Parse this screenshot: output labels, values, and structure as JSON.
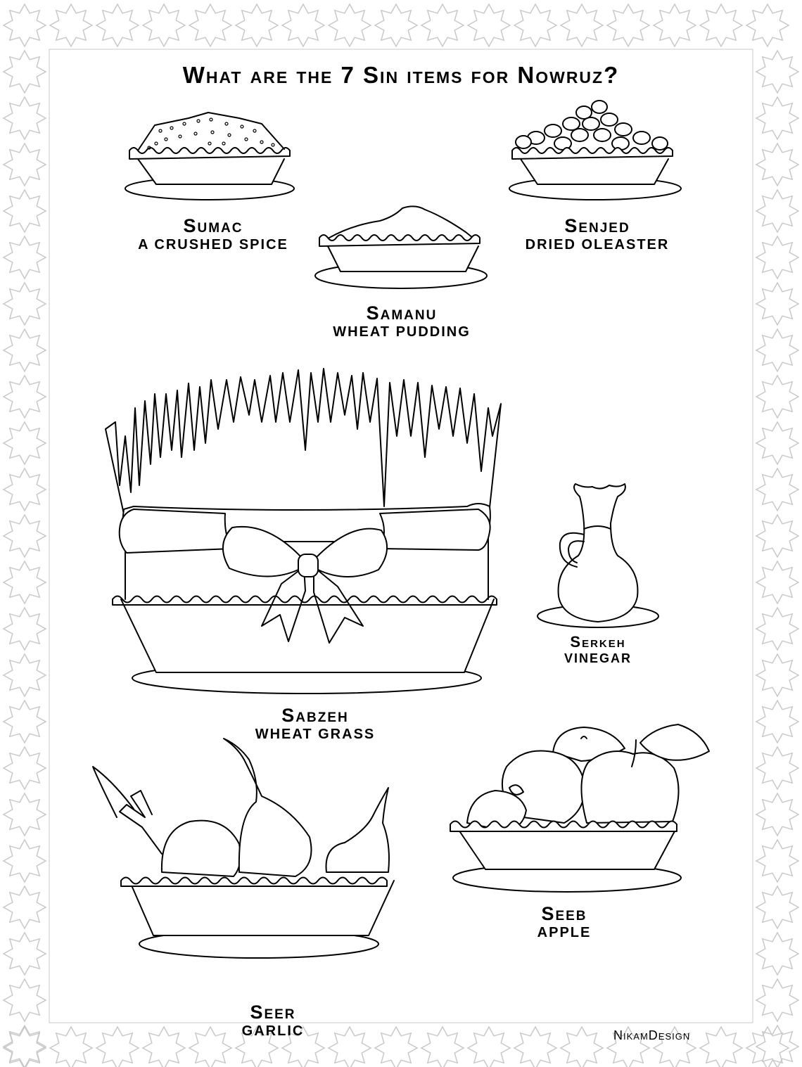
{
  "title": "What are the 7 Sin items for Nowruz?",
  "items": [
    {
      "name": "Sumac",
      "desc": "A CRUSHED SPICE",
      "icon": "sumac-bowl-icon"
    },
    {
      "name": "Senjed",
      "desc": "DRIED OLEASTER",
      "icon": "senjed-bowl-icon"
    },
    {
      "name": "Samanu",
      "desc": "WHEAT PUDDING",
      "icon": "samanu-bowl-icon"
    },
    {
      "name": "Serkeh",
      "desc": "VINEGAR",
      "icon": "vinegar-bottle-icon"
    },
    {
      "name": "Sabzeh",
      "desc": "WHEAT GRASS",
      "icon": "wheat-grass-basket-icon"
    },
    {
      "name": "Seeb",
      "desc": "APPLE",
      "icon": "apple-bowl-icon"
    },
    {
      "name": "Seer",
      "desc": "GARLIC",
      "icon": "garlic-bowl-icon"
    }
  ],
  "credit": "NikamDesign",
  "colors": {
    "line": "#000000",
    "border": "#c8c8c8",
    "background": "#ffffff"
  }
}
